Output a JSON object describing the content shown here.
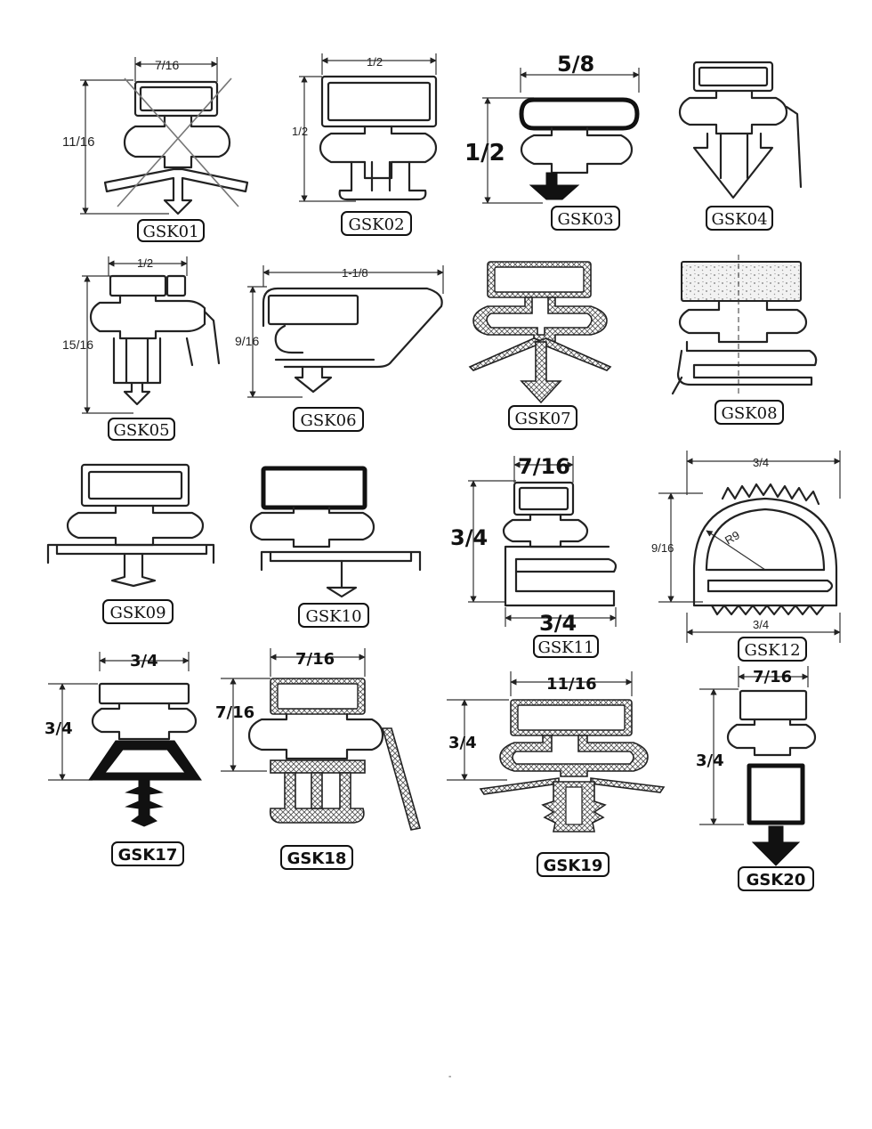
{
  "gaskets": [
    {
      "id": "GSK01",
      "dims": [
        "7/16",
        "11/16"
      ]
    },
    {
      "id": "GSK02",
      "dims": [
        "1/2",
        "1/2"
      ]
    },
    {
      "id": "GSK03",
      "dims": [
        "5/8",
        "1/2"
      ]
    },
    {
      "id": "GSK04",
      "dims": []
    },
    {
      "id": "GSK05",
      "dims": [
        "1/2",
        "15/16"
      ]
    },
    {
      "id": "GSK06",
      "dims": [
        "1-1/8",
        "9/16"
      ]
    },
    {
      "id": "GSK07",
      "dims": []
    },
    {
      "id": "GSK08",
      "dims": []
    },
    {
      "id": "GSK09",
      "dims": []
    },
    {
      "id": "GSK10",
      "dims": []
    },
    {
      "id": "GSK11",
      "dims": [
        "7/16",
        "3/4",
        "3/4"
      ]
    },
    {
      "id": "GSK12",
      "dims": [
        "3/4",
        "9/16",
        "R9",
        "3/4"
      ]
    },
    {
      "id": "GSK17",
      "dims": [
        "3/4",
        "3/4"
      ]
    },
    {
      "id": "GSK18",
      "dims": [
        "7/16",
        "7/16"
      ]
    },
    {
      "id": "GSK19",
      "dims": [
        "11/16",
        "3/4"
      ]
    },
    {
      "id": "GSK20",
      "dims": [
        "7/16",
        "3/4"
      ]
    }
  ],
  "footer_mark": "-"
}
